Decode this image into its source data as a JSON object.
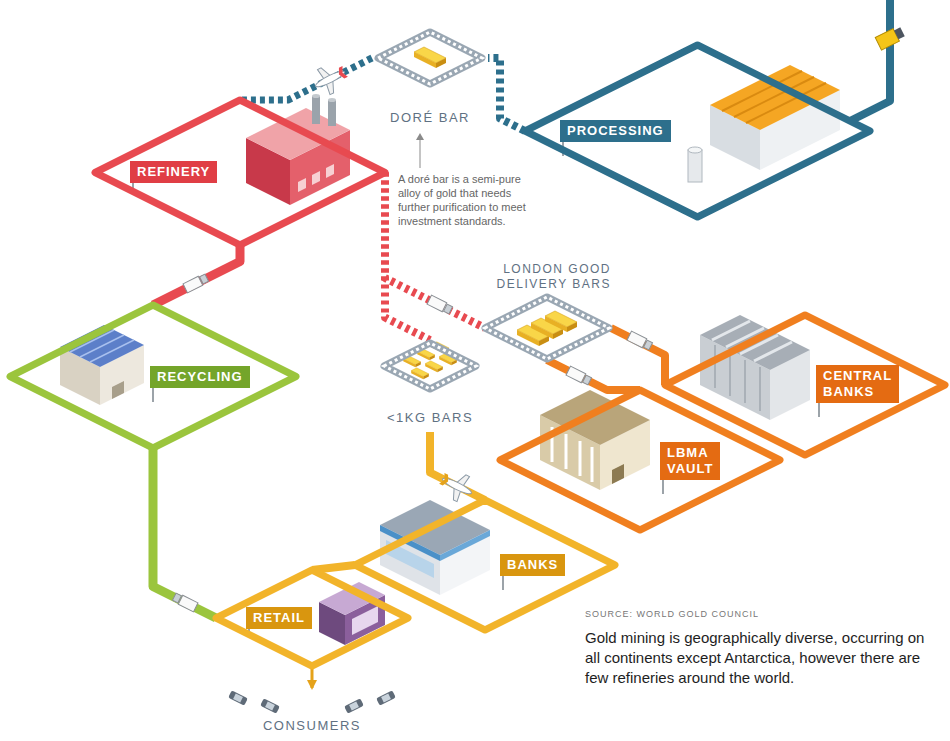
{
  "diagram": {
    "caption": "Gold mining is geographically diverse, occurring on all continents except Antarctica, however there are few refineries around the world.",
    "nodes": [
      {
        "text": [
          "PROCESSING"
        ]
      },
      {
        "text": [
          "DORÉ BAR"
        ]
      },
      {
        "text": [
          "REFINERY"
        ]
      },
      {
        "text": [
          "LONDON GOOD DELIVERY BARS"
        ]
      },
      {
        "text": [
          "RECYCLING"
        ]
      },
      {
        "text": [
          "<1KG BARS"
        ]
      },
      {
        "text": [
          "CENTRAL BANKS"
        ]
      },
      {
        "text": [
          "LBMA VAULT"
        ]
      },
      {
        "text": [
          "BANKS"
        ]
      },
      {
        "text": [
          "RETAIL"
        ]
      },
      {
        "text": [
          "CONSUMERS"
        ]
      }
    ],
    "edges": [
      {
        "from": 0,
        "to": 1,
        "arrow": "none"
      },
      {
        "from": 1,
        "to": 2,
        "arrow": "none"
      },
      {
        "from": 2,
        "to": 5,
        "arrow": "none"
      },
      {
        "from": 2,
        "to": 3,
        "arrow": "none"
      },
      {
        "from": 4,
        "to": 2,
        "arrow": "none"
      },
      {
        "from": 5,
        "to": 8,
        "arrow": "none"
      },
      {
        "from": 3,
        "to": 6,
        "arrow": "none"
      },
      {
        "from": 3,
        "to": 7,
        "arrow": "none"
      },
      {
        "from": 8,
        "to": 9,
        "arrow": "none"
      },
      {
        "from": 9,
        "to": 4,
        "arrow": "none"
      },
      {
        "from": 9,
        "to": 10,
        "arrow": "to"
      }
    ],
    "labels": [
      "A doré bar is a semi-pure alloy of gold that needs further purification to meet investment standards.",
      "SOURCE: WORLD GOLD COUNCIL"
    ]
  }
}
